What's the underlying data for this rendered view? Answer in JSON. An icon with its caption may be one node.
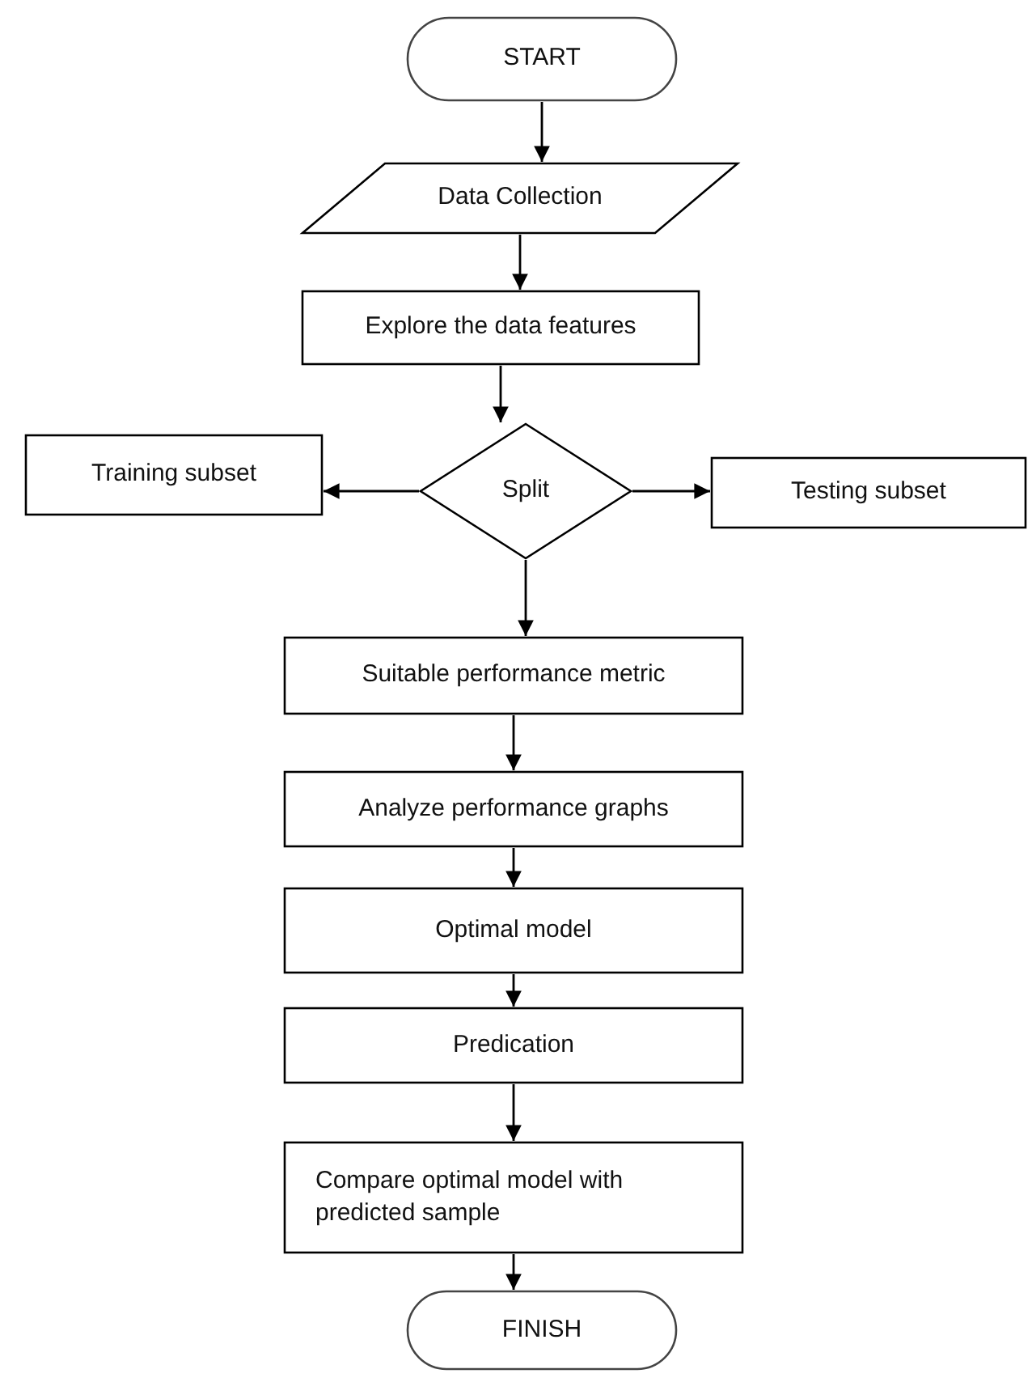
{
  "diagram": {
    "nodes": [
      {
        "text": [
          "START"
        ]
      },
      {
        "text": [
          "Data Collection"
        ]
      },
      {
        "text": [
          "Explore the data features"
        ]
      },
      {
        "text": [
          "Split"
        ]
      },
      {
        "text": [
          "Training subset"
        ]
      },
      {
        "text": [
          "Testing subset"
        ]
      },
      {
        "text": [
          "Suitable performance metric"
        ]
      },
      {
        "text": [
          "Analyze performance graphs"
        ]
      },
      {
        "text": [
          "Optimal model"
        ]
      },
      {
        "text": [
          "Predication"
        ]
      },
      {
        "text": [
          "Compare optimal model with predicted sample"
        ]
      },
      {
        "text": [
          "FINISH"
        ]
      }
    ],
    "edges": [
      {
        "from": 0,
        "to": 1,
        "arrow": "to"
      },
      {
        "from": 1,
        "to": 2,
        "arrow": "to"
      },
      {
        "from": 2,
        "to": 3,
        "arrow": "to"
      },
      {
        "from": 3,
        "to": 4,
        "arrow": "to"
      },
      {
        "from": 3,
        "to": 5,
        "arrow": "to"
      },
      {
        "from": 3,
        "to": 6,
        "arrow": "to"
      },
      {
        "from": 6,
        "to": 7,
        "arrow": "to"
      },
      {
        "from": 7,
        "to": 8,
        "arrow": "to"
      },
      {
        "from": 8,
        "to": 9,
        "arrow": "to"
      },
      {
        "from": 9,
        "to": 10,
        "arrow": "to"
      },
      {
        "from": 10,
        "to": 11,
        "arrow": "to"
      }
    ]
  }
}
